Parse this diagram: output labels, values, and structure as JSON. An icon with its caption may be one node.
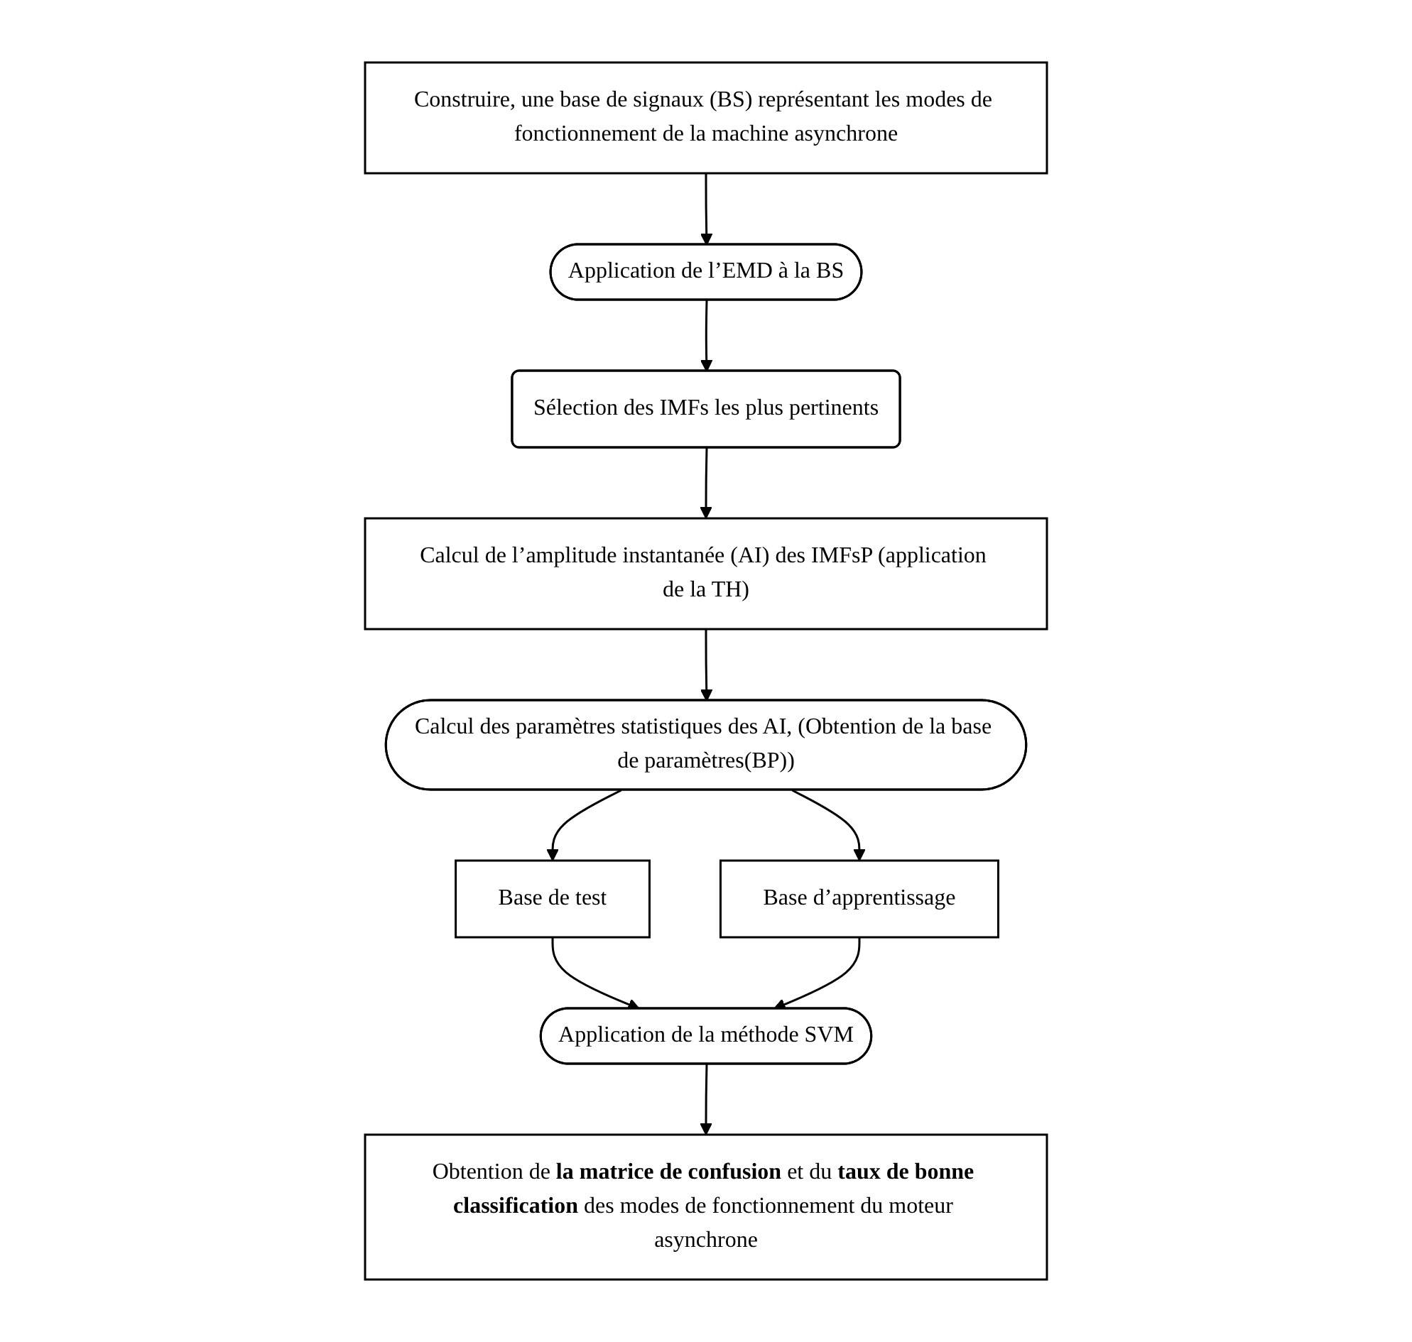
{
  "diagram": {
    "nodes": [
      {
        "text": [
          "Construire, une base de signaux (BS) représentant les modes de fonctionnement de la machine asynchrone"
        ]
      },
      {
        "text": [
          "Application de l’EMD à la BS"
        ]
      },
      {
        "text": [
          "Sélection des IMFs les plus pertinents"
        ]
      },
      {
        "text": [
          "Calcul de l’amplitude instantanée (AI) des IMFsP (application de la TH)"
        ]
      },
      {
        "text": [
          "Calcul des paramètres statistiques des AI, (Obtention de la base de paramètres(BP))"
        ]
      },
      {
        "text": [
          "Base de test"
        ]
      },
      {
        "text": [
          "Base d’apprentissage"
        ]
      },
      {
        "text": [
          "Application de la méthode SVM"
        ]
      },
      {
        "text": [
          "Obtention de **la matrice de confusion** et du **taux de bonne classification** des modes de fonctionnement du moteur asynchrone"
        ]
      }
    ],
    "edges": [
      {
        "from": 0,
        "to": 1,
        "arrow": "to"
      },
      {
        "from": 1,
        "to": 2,
        "arrow": "to"
      },
      {
        "from": 2,
        "to": 3,
        "arrow": "to"
      },
      {
        "from": 3,
        "to": 4,
        "arrow": "to"
      },
      {
        "from": 4,
        "to": 5,
        "arrow": "to"
      },
      {
        "from": 4,
        "to": 6,
        "arrow": "to"
      },
      {
        "from": 5,
        "to": 7,
        "arrow": "to"
      },
      {
        "from": 6,
        "to": 7,
        "arrow": "to"
      },
      {
        "from": 7,
        "to": 8,
        "arrow": "to"
      }
    ]
  }
}
